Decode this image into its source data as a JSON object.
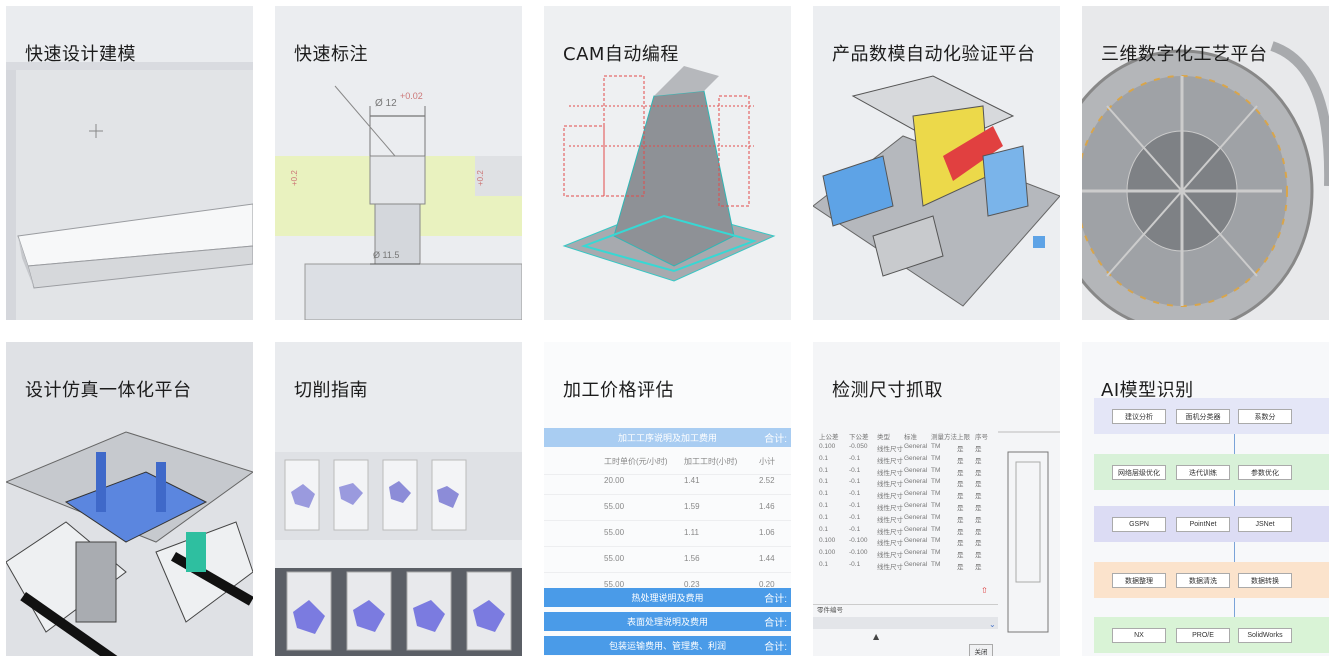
{
  "cards": [
    {
      "id": "card-1",
      "title": "快速设计建模"
    },
    {
      "id": "card-2",
      "title": "快速标注",
      "dims": {
        "top": "Ø 12",
        "tol_top": "+0.02",
        "bottom": "Ø 11.5",
        "left": "+0.2",
        "right": "+0.2"
      }
    },
    {
      "id": "card-3",
      "title": "CAM自动编程"
    },
    {
      "id": "card-4",
      "title": "产品数模自动化验证平台"
    },
    {
      "id": "card-5",
      "title": "三维数字化工艺平台"
    },
    {
      "id": "card-6",
      "title": "设计仿真一体化平台"
    },
    {
      "id": "card-7",
      "title": "切削指南"
    },
    {
      "id": "card-8",
      "title": "加工价格评估",
      "header_bar": "加工工序说明及加工费用",
      "sum_label": "合计:",
      "columns": [
        "工时单价(元/小时)",
        "加工工时(小时)",
        "小计"
      ],
      "rows": [
        [
          "20.00",
          "1.41",
          "2.52"
        ],
        [
          "55.00",
          "1.59",
          "1.46"
        ],
        [
          "55.00",
          "1.11",
          "1.06"
        ],
        [
          "55.00",
          "1.56",
          "1.44"
        ],
        [
          "55.00",
          "0.23",
          "0.20"
        ]
      ],
      "footer_bars": [
        "热处理说明及费用",
        "表面处理说明及费用",
        "包装运输费用、管理费、利润"
      ]
    },
    {
      "id": "card-9",
      "title": "检测尺寸抓取",
      "columns": [
        "上公差",
        "下公差",
        "类型",
        "标准",
        "测量方法",
        "上限",
        "序号"
      ],
      "rows": [
        [
          "0.100",
          "-0.050",
          "线性尺寸",
          "General",
          "TM",
          "是",
          "是"
        ],
        [
          "0.1",
          "-0.1",
          "线性尺寸",
          "General",
          "TM",
          "是",
          "是"
        ],
        [
          "0.1",
          "-0.1",
          "线性尺寸",
          "General",
          "TM",
          "是",
          "是"
        ],
        [
          "0.1",
          "-0.1",
          "线性尺寸",
          "General",
          "TM",
          "是",
          "是"
        ],
        [
          "0.1",
          "-0.1",
          "线性尺寸",
          "General",
          "TM",
          "是",
          "是"
        ],
        [
          "0.1",
          "-0.1",
          "线性尺寸",
          "General",
          "TM",
          "是",
          "是"
        ],
        [
          "0.1",
          "-0.1",
          "线性尺寸",
          "General",
          "TM",
          "是",
          "是"
        ],
        [
          "0.1",
          "-0.1",
          "线性尺寸",
          "General",
          "TM",
          "是",
          "是"
        ],
        [
          "0.100",
          "-0.100",
          "线性尺寸",
          "General",
          "TM",
          "是",
          "是"
        ],
        [
          "0.100",
          "-0.100",
          "线性尺寸",
          "General",
          "TM",
          "是",
          "是"
        ],
        [
          "0.1",
          "-0.1",
          "线性尺寸",
          "General",
          "TM",
          "是",
          "是"
        ]
      ],
      "field_label": "零件编号",
      "close_button": "关闭"
    },
    {
      "id": "card-10",
      "title": "AI模型识别",
      "bands": [
        {
          "color": "#e4e6f7",
          "boxes": [
            "建议分析",
            "面机分类器",
            "系数分"
          ]
        },
        {
          "color": "#d8f1d8",
          "boxes": [
            "网络层级优化",
            "迭代训练",
            "参数优化"
          ]
        },
        {
          "color": "#dcdcf4",
          "boxes": [
            "GSPN",
            "PointNet",
            "JSNet"
          ]
        },
        {
          "color": "#fbe3cc",
          "boxes": [
            "数据整理",
            "数据清洗",
            "数据转换"
          ]
        },
        {
          "color": "#d9f3d6",
          "boxes": [
            "NX",
            "PRO/E",
            "SolidWorks"
          ]
        }
      ]
    }
  ],
  "colors": {
    "blue_bar": "#4a9be8",
    "blue_bar_light": "#a9cdf2",
    "card_bg": "#e9ebee"
  }
}
